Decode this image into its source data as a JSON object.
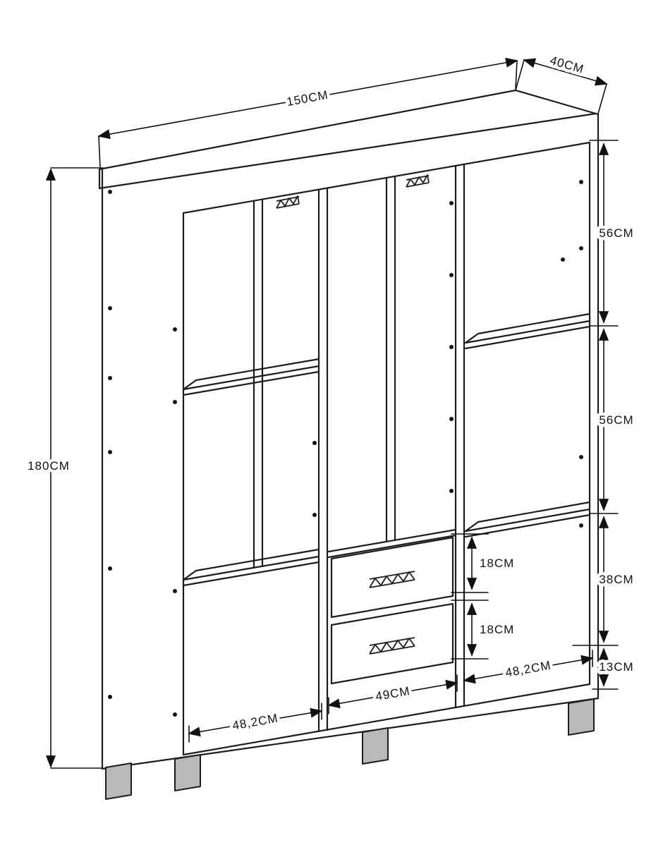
{
  "diagram": {
    "type": "furniture-dimension-drawing",
    "subject": "wardrobe-technical-diagram",
    "labels": {
      "width": "150CM",
      "depth": "40CM",
      "height": "180CM",
      "right_top": "56CM",
      "right_mid": "56CM",
      "right_lower": "38CM",
      "right_base": "13CM",
      "drawer_top": "18CM",
      "drawer_bottom": "18CM",
      "bottom_left": "48,2CM",
      "bottom_center": "49CM",
      "bottom_right": "48,2CM"
    },
    "colors": {
      "line": "#1c1c1c",
      "dimension": "#111111",
      "background": "#ffffff",
      "leg": "#b9b9b9"
    }
  }
}
